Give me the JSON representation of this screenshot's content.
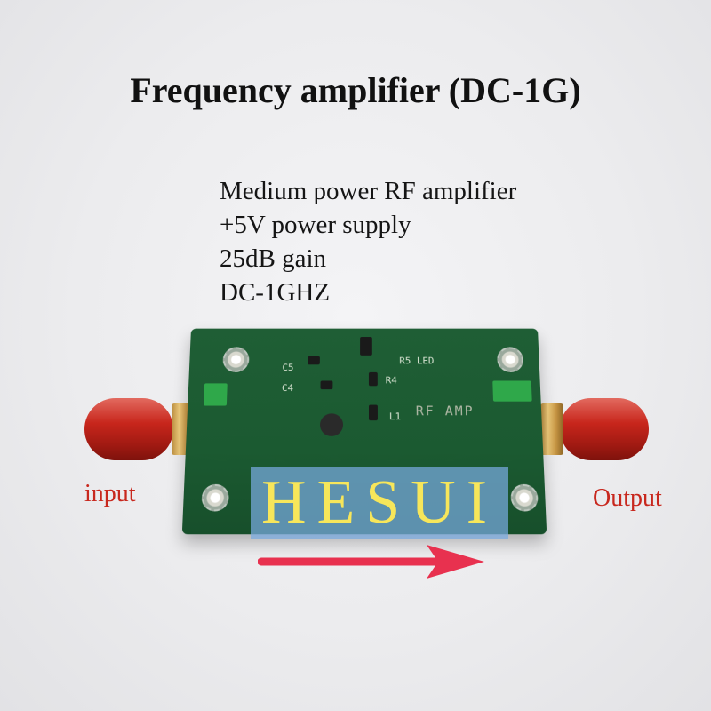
{
  "title": "Frequency amplifier (DC-1G)",
  "specs": [
    "Medium power RF amplifier",
    "+5V power supply",
    "25dB gain",
    "DC-1GHZ"
  ],
  "labels": {
    "input": "input",
    "output": "Output"
  },
  "watermark": "HESUI",
  "board_silkscreen": {
    "rf_amp": "RF  AMP",
    "c5": "C5",
    "c4": "C4",
    "r5_led": "R5 LED",
    "r4": "R4",
    "l1": "L1"
  },
  "colors": {
    "label_red": "#c8281e",
    "watermark_bg": "#78aae1",
    "watermark_text": "#f7e65a",
    "pcb_green": "#1f5e35",
    "arrow_red": "#e8314f"
  }
}
